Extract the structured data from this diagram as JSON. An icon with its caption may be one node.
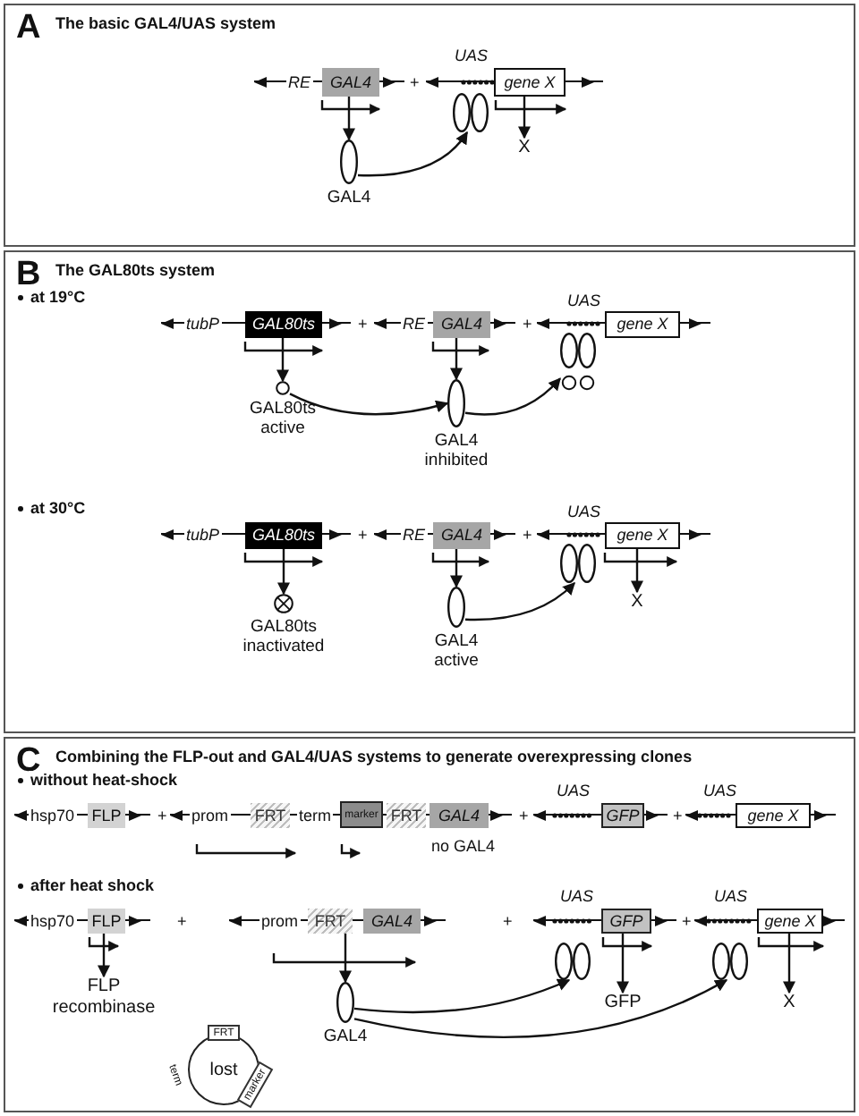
{
  "diagram": {
    "nodes": [
      {
        "text": [
          "A",
          "The basic GAL4/UAS system"
        ]
      },
      {
        "text": [
          "RE"
        ],
        "in": 0
      },
      {
        "text": [
          "GAL4"
        ],
        "in": 1
      },
      {
        "text": [
          "UAS"
        ],
        "in": 0
      },
      {
        "text": [
          "gene X"
        ],
        "in": 3
      },
      {
        "text": [],
        "shape": "ellipse",
        "in": 0
      },
      {
        "text": [],
        "shape": "ellipse",
        "beside": [
          "GAL4"
        ],
        "in": 0
      },
      {
        "text": [
          "X"
        ],
        "in": 0
      },
      {
        "text": [
          "B",
          "The GAL80ts system"
        ]
      },
      {
        "text": [
          "tubP"
        ],
        "in": 8
      },
      {
        "text": [
          "GAL80ts"
        ],
        "in": 9
      },
      {
        "text": [
          "RE"
        ],
        "in": 8
      },
      {
        "text": [
          "GAL4"
        ],
        "in": 11
      },
      {
        "text": [
          "UAS"
        ],
        "in": 8
      },
      {
        "text": [
          "gene X"
        ],
        "in": 13
      },
      {
        "text": [],
        "shape": "ellipse",
        "in": 8
      },
      {
        "text": [],
        "shape": "circle",
        "beside": [
          "GAL80ts active"
        ],
        "in": 8
      },
      {
        "text": [],
        "shape": "ellipse",
        "beside": [
          "GAL4 inhibited"
        ],
        "in": 8
      },
      {
        "text": [
          "tubP"
        ],
        "in": 8
      },
      {
        "text": [
          "GAL80ts"
        ],
        "in": 18
      },
      {
        "text": [
          "RE"
        ],
        "in": 8
      },
      {
        "text": [
          "GAL4"
        ],
        "in": 20
      },
      {
        "text": [
          "UAS"
        ],
        "in": 8
      },
      {
        "text": [
          "gene X"
        ],
        "in": 22
      },
      {
        "text": [],
        "shape": "ellipse",
        "in": 8
      },
      {
        "text": [],
        "shape": "circle",
        "beside": [
          "GAL80ts inactivated"
        ],
        "in": 8
      },
      {
        "text": [],
        "shape": "ellipse",
        "beside": [
          "GAL4 active"
        ],
        "in": 8
      },
      {
        "text": [
          "X"
        ],
        "in": 8
      },
      {
        "text": [
          "C",
          "Combining the FLP-out and GAL4/UAS systems to generate overexpressing clones"
        ]
      },
      {
        "text": [
          "hsp70"
        ],
        "in": 28
      },
      {
        "text": [
          "FLP"
        ],
        "in": 29
      },
      {
        "text": [
          "prom",
          "term"
        ],
        "in": 28
      },
      {
        "text": [
          "FRT"
        ],
        "in": 31
      },
      {
        "text": [
          "marker"
        ],
        "in": 31
      },
      {
        "text": [
          "FRT"
        ],
        "in": 31
      },
      {
        "text": [
          "GAL4"
        ],
        "in": 31
      },
      {
        "text": [
          "UAS"
        ],
        "in": 28
      },
      {
        "text": [
          "GFP"
        ],
        "in": 36
      },
      {
        "text": [
          "UAS"
        ],
        "in": 28
      },
      {
        "text": [
          "gene X"
        ],
        "in": 38
      },
      {
        "text": [
          "hsp70"
        ],
        "in": 28
      },
      {
        "text": [
          "FLP"
        ],
        "in": 40
      },
      {
        "text": [
          "prom"
        ],
        "in": 28
      },
      {
        "text": [
          "FRT"
        ],
        "in": 42
      },
      {
        "text": [
          "GAL4"
        ],
        "in": 42
      },
      {
        "text": [
          "UAS"
        ],
        "in": 28
      },
      {
        "text": [
          "GFP"
        ],
        "in": 45
      },
      {
        "text": [
          "UAS"
        ],
        "in": 28
      },
      {
        "text": [
          "gene X"
        ],
        "in": 47
      },
      {
        "text": [],
        "shape": "ellipse",
        "in": 28
      },
      {
        "text": [],
        "shape": "ellipse",
        "in": 28
      },
      {
        "text": [
          "FLP recombinase"
        ],
        "in": 28
      },
      {
        "text": [],
        "shape": "ellipse",
        "beside": [
          "GAL4"
        ],
        "in": 28
      },
      {
        "text": [
          "GFP"
        ],
        "in": 28
      },
      {
        "text": [
          "X"
        ],
        "in": 28
      },
      {
        "text": [
          "lost"
        ],
        "in": 28
      },
      {
        "text": [
          "FRT"
        ],
        "in": 28
      },
      {
        "text": [
          "marker"
        ],
        "in": 28
      }
    ],
    "edges": [
      {
        "from": 2,
        "to": 6,
        "arrow": "to"
      },
      {
        "from": 6,
        "to": 5,
        "arrow": "to"
      },
      {
        "from": 4,
        "to": 7,
        "arrow": "to"
      },
      {
        "from": 10,
        "to": 16,
        "arrow": "to"
      },
      {
        "from": 12,
        "to": 17,
        "arrow": "to"
      },
      {
        "from": 16,
        "to": 17,
        "arrow": "to"
      },
      {
        "from": 17,
        "to": 15,
        "arrow": "to"
      },
      {
        "from": 19,
        "to": 25,
        "arrow": "to"
      },
      {
        "from": 21,
        "to": 26,
        "arrow": "to"
      },
      {
        "from": 26,
        "to": 24,
        "arrow": "to"
      },
      {
        "from": 23,
        "to": 27,
        "arrow": "to"
      },
      {
        "from": 41,
        "to": 51,
        "arrow": "to"
      },
      {
        "from": 44,
        "to": 52,
        "arrow": "to"
      },
      {
        "from": 52,
        "to": 49,
        "arrow": "to"
      },
      {
        "from": 52,
        "to": 50,
        "arrow": "to"
      },
      {
        "from": 46,
        "to": 53,
        "arrow": "to"
      },
      {
        "from": 48,
        "to": 54,
        "arrow": "to"
      }
    ],
    "labels": [
      "+",
      "at 19°C",
      "+",
      "+",
      "at 30°C",
      "+",
      "+",
      "without heat-shock",
      "+",
      "+",
      "+",
      "no GAL4",
      "after heat shock",
      "+",
      "+",
      "+",
      "term"
    ]
  }
}
